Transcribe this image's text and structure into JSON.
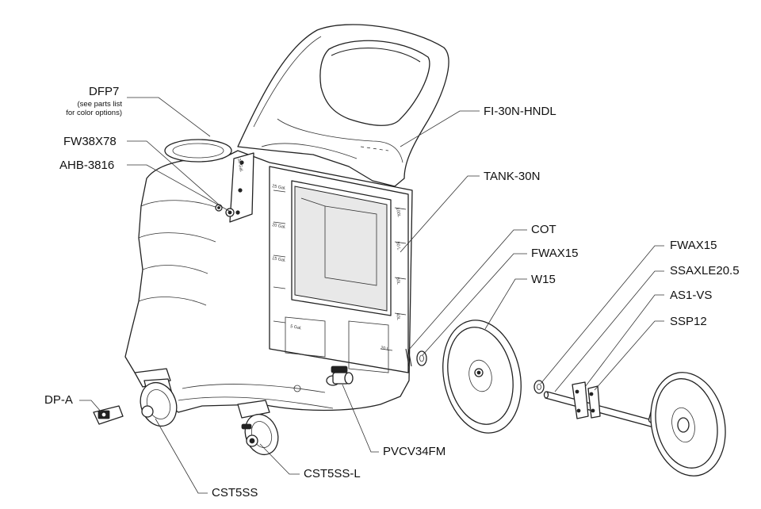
{
  "parts": {
    "dfp7": "DFP7",
    "dfp7_note_1": "(see parts list",
    "dfp7_note_2": "for color options)",
    "fw38x78": "FW38X78",
    "ahb3816": "AHB-3816",
    "dpa": "DP-A",
    "fi30nhndl": "FI-30N-HNDL",
    "tank30n": "TANK-30N",
    "cot": "COT",
    "fwax15_a": "FWAX15",
    "w15": "W15",
    "fwax15_b": "FWAX15",
    "ssaxle": "SSAXLE20.5",
    "as1vs": "AS1-VS",
    "ssp12": "SSP12",
    "pvcv34fm": "PVCV34FM",
    "cst5ssl": "CST5SS-L",
    "cst5ss": "CST5SS"
  },
  "gauge": {
    "left_30": "30 Gal.",
    "left_25": "25 Gal.",
    "left_20": "20 Gal.",
    "left_15": "15 Gal.",
    "left_5": "5 Gal.",
    "right_100": "100L",
    "right_80": "80 L",
    "right_60": "60L",
    "right_40": "40L",
    "right_20": "20 L"
  }
}
